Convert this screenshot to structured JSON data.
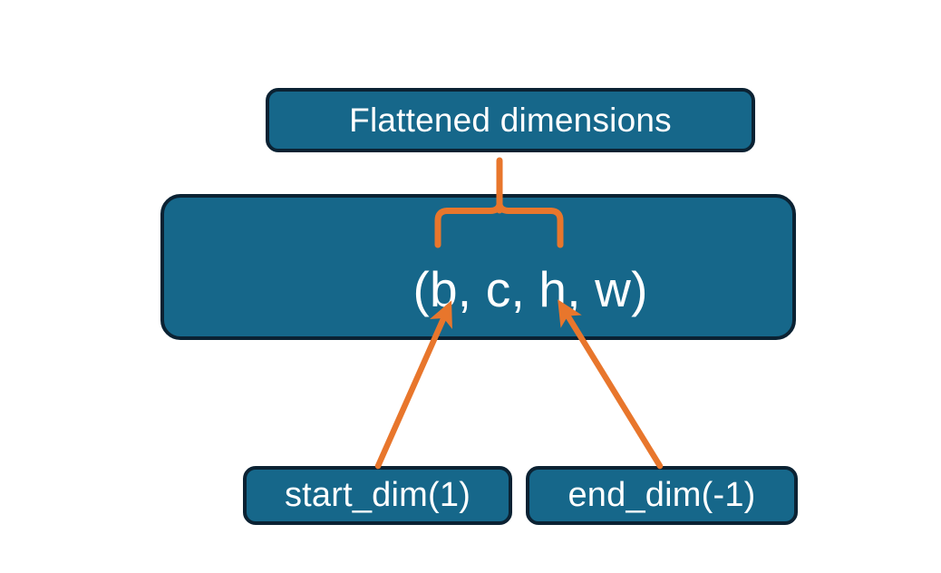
{
  "diagram": {
    "title_node": {
      "label": "Flattened dimensions"
    },
    "shape_node": {
      "label": "(b, c, h, w)"
    },
    "start_node": {
      "label": "start_dim(1)"
    },
    "end_node": {
      "label": "end_dim(-1)"
    },
    "annotations": {
      "brace_icon": "curly-brace-icon",
      "left_arrow_icon": "arrow-up-right-icon",
      "right_arrow_icon": "arrow-up-left-icon",
      "brace_stem_icon": "connector-line-icon"
    },
    "colors": {
      "node_fill": "#16678a",
      "node_border": "#0b2233",
      "node_text": "#ffffff",
      "accent": "#e8762c",
      "background": "#ffffff"
    }
  }
}
